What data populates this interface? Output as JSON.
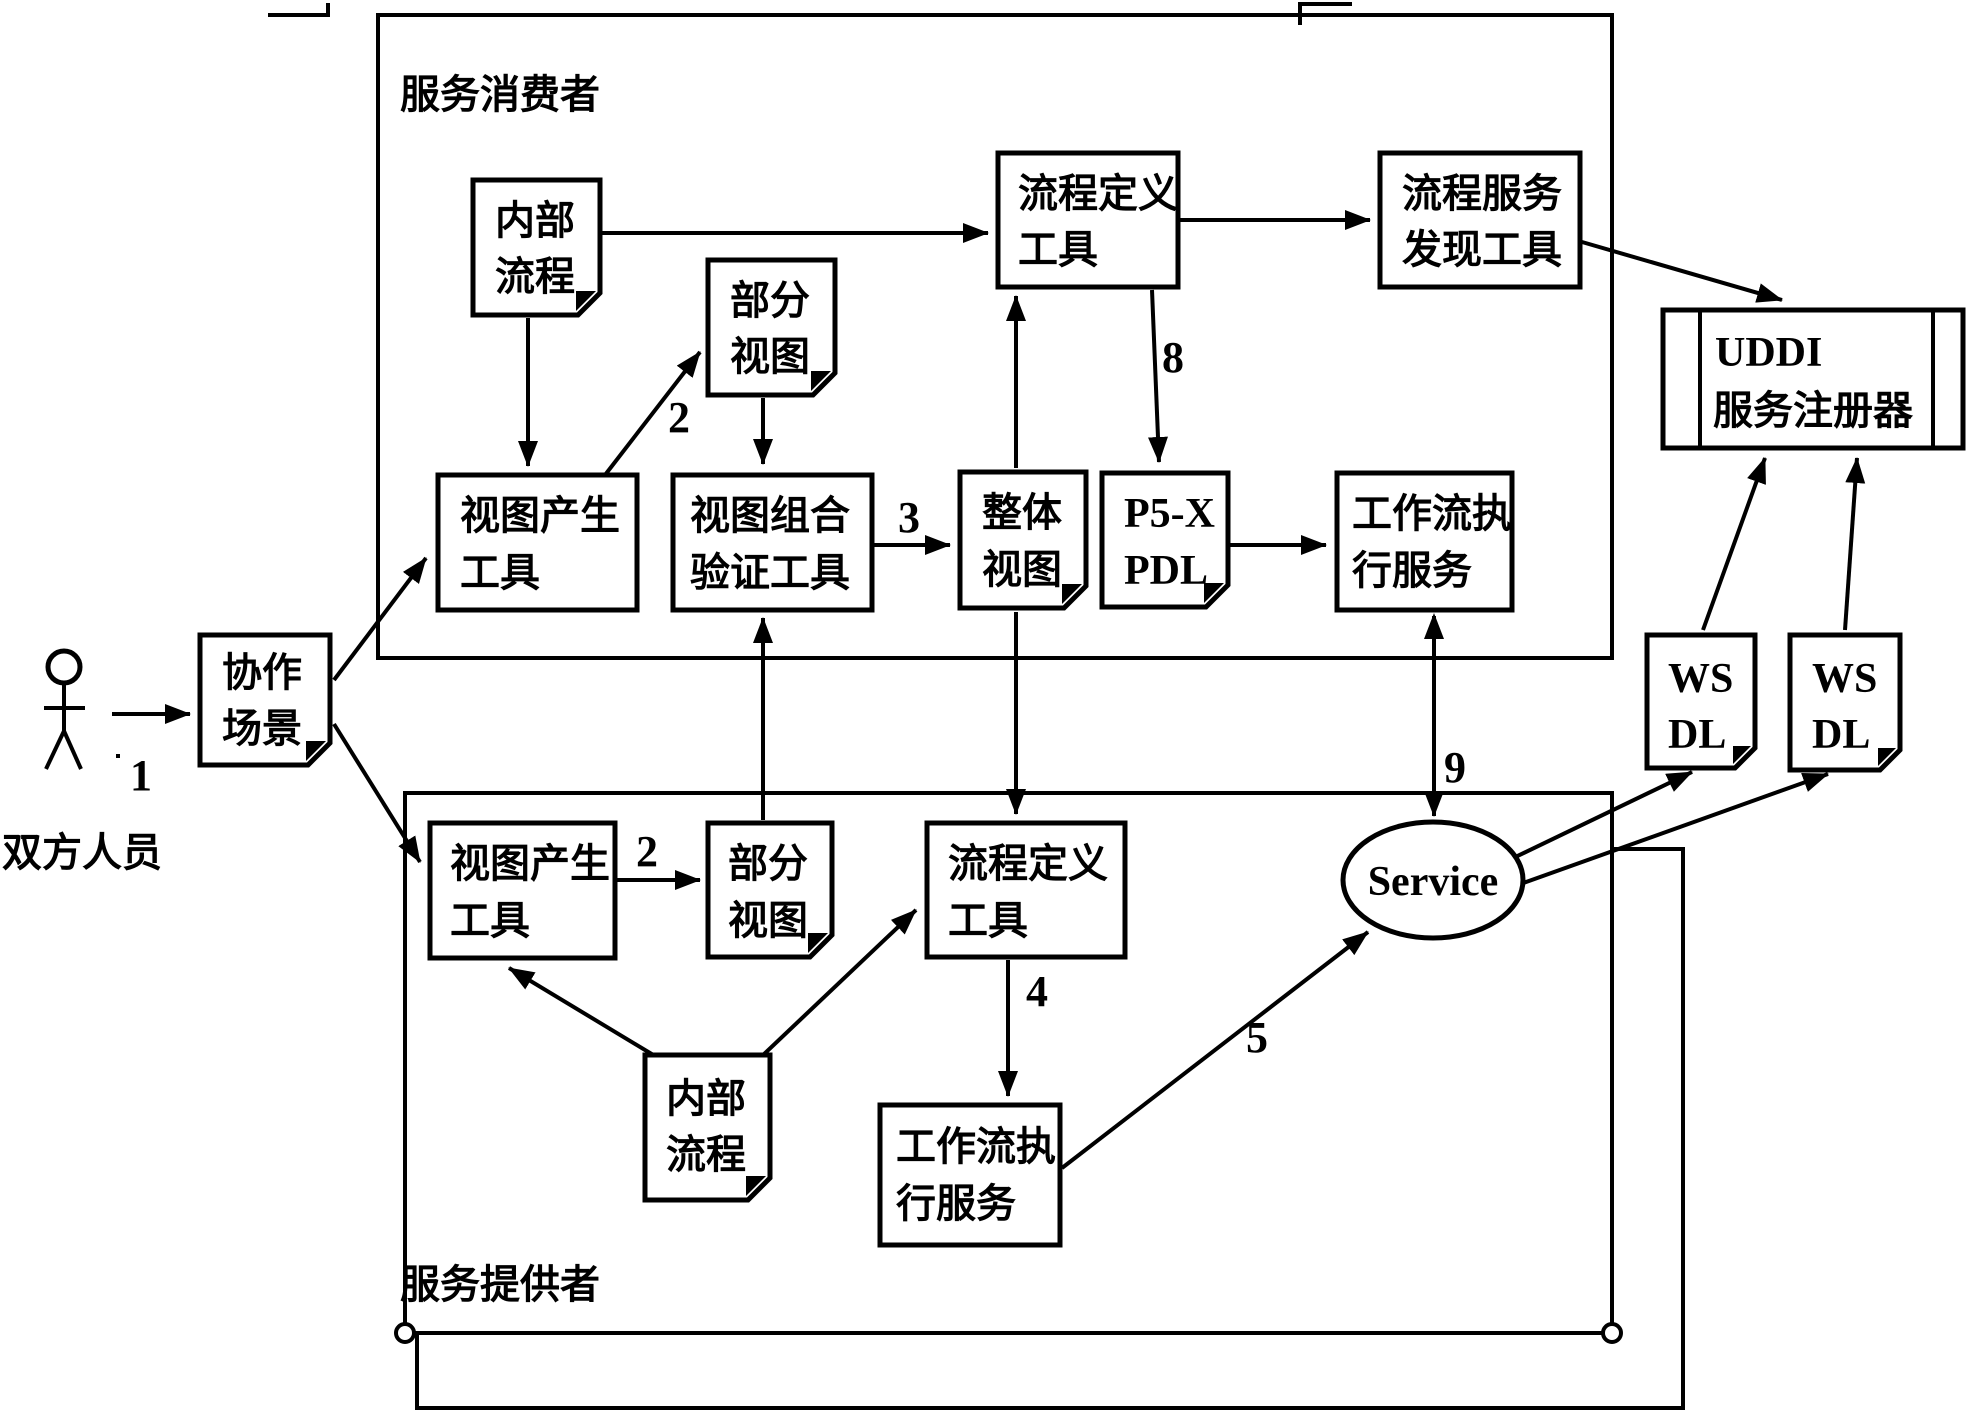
{
  "actors": {
    "person_label": "双方人员"
  },
  "containers": {
    "consumer_label": "服务消费者",
    "provider_label": "服务提供者"
  },
  "nodes": {
    "collab_scenario": {
      "l1": "协作",
      "l2": "场景"
    },
    "internal_process_top": {
      "l1": "内部",
      "l2": "流程"
    },
    "partial_view_top": {
      "l1": "部分",
      "l2": "视图"
    },
    "process_def_tool_top": {
      "l1": "流程定义",
      "l2": "工具"
    },
    "process_service_discovery": {
      "l1": "流程服务",
      "l2": "发现工具"
    },
    "view_gen_tool_top": {
      "l1": "视图产生",
      "l2": "工具"
    },
    "view_combine_validate_tool": {
      "l1": "视图组合",
      "l2": "验证工具"
    },
    "overall_view": {
      "l1": "整体",
      "l2": "视图"
    },
    "p5x_pdl": {
      "l1": "P5-X",
      "l2": "PDL"
    },
    "workflow_exec_service_top": {
      "l1": "工作流执",
      "l2": "行服务"
    },
    "uddi_registry": {
      "l1": "UDDI",
      "l2": "服务注册器"
    },
    "wsdl_left": {
      "l1": "WS",
      "l2": "DL"
    },
    "wsdl_right": {
      "l1": "WS",
      "l2": "DL"
    },
    "service": {
      "label": "Service"
    },
    "view_gen_tool_bottom": {
      "l1": "视图产生",
      "l2": "工具"
    },
    "partial_view_bottom": {
      "l1": "部分",
      "l2": "视图"
    },
    "process_def_tool_bottom": {
      "l1": "流程定义",
      "l2": "工具"
    },
    "internal_process_bottom": {
      "l1": "内部",
      "l2": "流程"
    },
    "workflow_exec_service_bottom": {
      "l1": "工作流执",
      "l2": "行服务"
    }
  },
  "edge_labels": {
    "n1": "1",
    "n2_top": "2",
    "n2_bottom": "2",
    "n3": "3",
    "n4": "4",
    "n5": "5",
    "n8": "8",
    "n9": "9"
  },
  "colors": {
    "ink": "#000000",
    "paper": "#ffffff"
  }
}
